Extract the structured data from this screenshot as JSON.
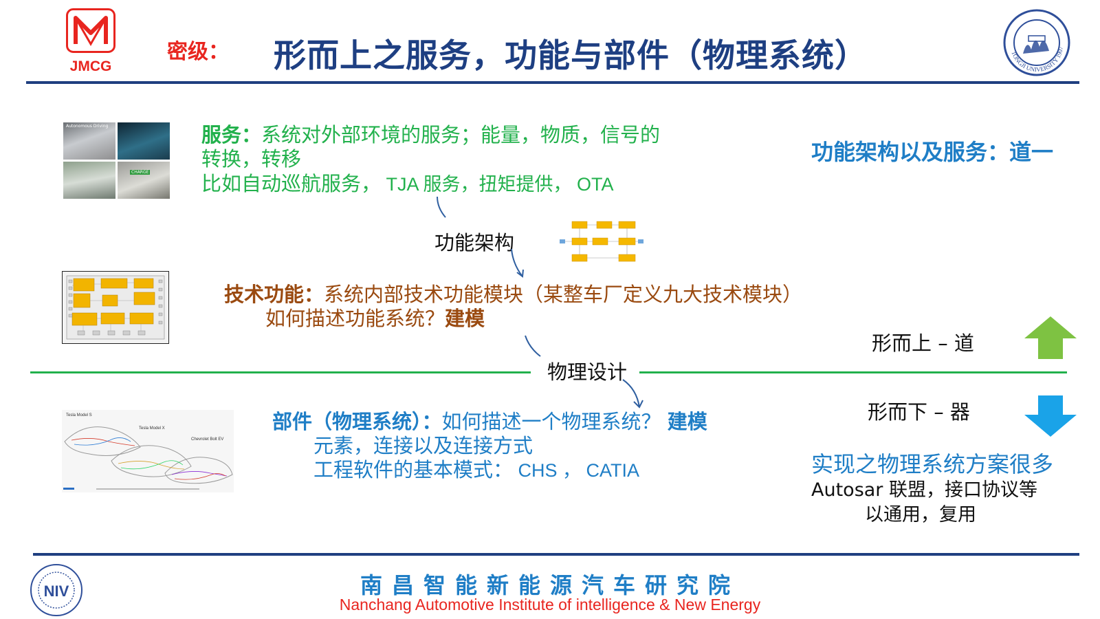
{
  "header": {
    "logo_text": "JMCG",
    "classification_label": "密级：",
    "title": "形而上之服务，功能与部件（物理系统）",
    "seal_text": "TONGJI UNIVERSITY 1907"
  },
  "services": {
    "thumb_captions": [
      "Autonomous Driving",
      "",
      "",
      "CHARGE"
    ],
    "head": "服务：",
    "line1_rest": "系统对外部环境的服务；能量，物质，信号的",
    "line2": "转换，转移",
    "line3_cn": "比如自动巡航服务，",
    "line3_rest": " TJA 服务，扭矩提供， OTA"
  },
  "right_title": "功能架构以及服务：道一",
  "functional_architecture_label": "功能架构",
  "tech": {
    "head": "技术功能：",
    "line1_rest": "系统内部技术功能模块（某整车厂定义九大技术模块）",
    "line2_normal": "如何描述功能系统？",
    "line2_bold": "建模"
  },
  "physical_design_label": "物理设计",
  "upper_label": "形而上 – 道",
  "lower_label": "形而下 – 器",
  "components": {
    "diagram_captions": [
      "Tesla Model S",
      "Tesla Model X",
      "Chevrolet Bolt EV"
    ],
    "head": "部件（物理系统）：",
    "line1_rest": "如何描述一个物理系统？ ",
    "line1_bold": "建模",
    "line2": "元素，连接以及连接方式",
    "line3_cn": "工程软件的基本模式：",
    "line3_latin": " CHS ， CATIA"
  },
  "realize_text": "实现之物理系统方案很多",
  "autosar": {
    "line1": "Autosar 联盟，接口协议等",
    "line2": "以通用，复用"
  },
  "footer": {
    "institute_cn": "南昌智能新能源汽车研究院",
    "institute_en": "Nanchang Automotive Institute of intelligence & New Energy",
    "logo_text": "NIV"
  },
  "colors": {
    "navy": "#1e3f82",
    "green": "#22b14c",
    "brown": "#9a4a10",
    "blue": "#1f7ec6",
    "red": "#e8251f",
    "arrow_up": "#7ec242",
    "arrow_down": "#1aa3e8"
  },
  "icons": [
    "jmcg-logo",
    "tongji-seal",
    "arrow-up-icon",
    "arrow-down-icon",
    "niv-logo"
  ]
}
